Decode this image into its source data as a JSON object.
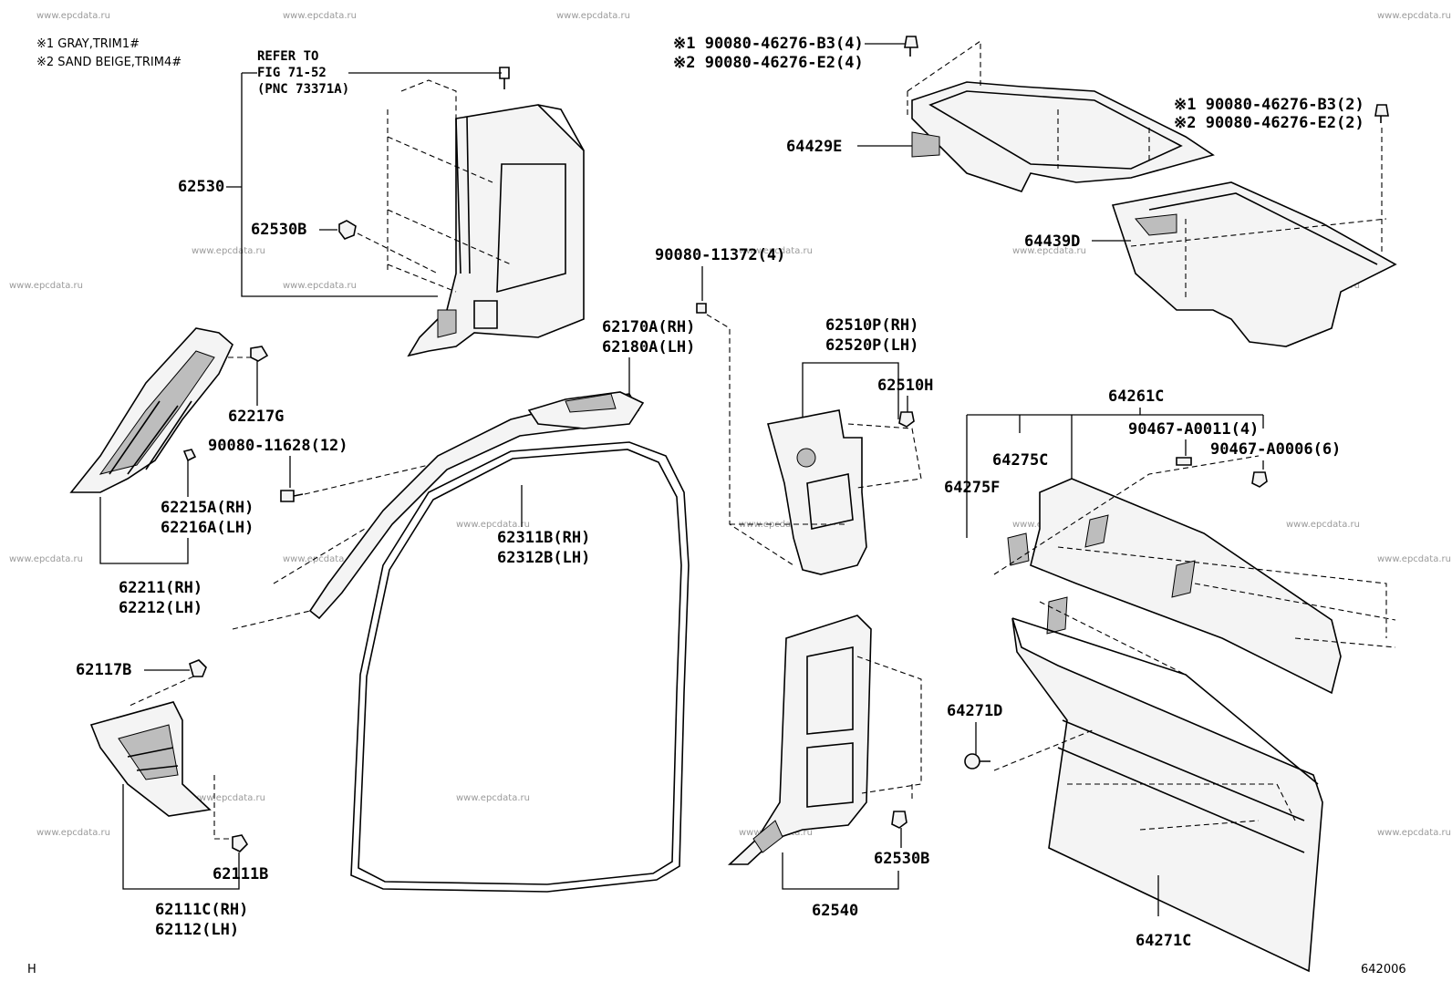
{
  "notes": {
    "line1": "※1 GRAY,TRIM1#",
    "line2": "※2 SAND BEIGE,TRIM4#"
  },
  "refer": {
    "line1": "REFER TO",
    "line2": "FIG 71-52",
    "line3": "(PNC 73371A)"
  },
  "watermark": "www.epcdata.ru",
  "labels": {
    "p62530": "62530",
    "p62530B_top": "62530B",
    "p62217G": "62217G",
    "p90080_11628": "90080-11628(12)",
    "p62215A": "62215A(RH)",
    "p62216A": "62216A(LH)",
    "p62211": "62211(RH)",
    "p62212": "62212(LH)",
    "p62117B": "62117B",
    "p62111B": "62111B",
    "p62111C": "62111C(RH)",
    "p62112": "62112(LH)",
    "p62170A": "62170A(RH)",
    "p62180A": "62180A(LH)",
    "p62311B": "62311B(RH)",
    "p62312B": "62312B(LH)",
    "p90080_11372": "90080-11372(4)",
    "p62510P": "62510P(RH)",
    "p62520P": "62520P(LH)",
    "p62510H": "62510H",
    "p62540": "62540",
    "p62530B_bot": "62530B",
    "p90080_top1": "※1 90080-46276-B3(4)",
    "p90080_top2": "※2 90080-46276-E2(4)",
    "p64429E": "64429E",
    "p90080_r1": "※1 90080-46276-B3(2)",
    "p90080_r2": "※2 90080-46276-E2(2)",
    "p64439D": "64439D",
    "p64261C": "64261C",
    "p90467_A0011": "90467-A0011(4)",
    "p90467_A0006": "90467-A0006(6)",
    "p64275C": "64275C",
    "p64275F": "64275F",
    "p64271D": "64271D",
    "p64271C": "64271C"
  },
  "footer": {
    "left": "H",
    "right": "642006"
  }
}
